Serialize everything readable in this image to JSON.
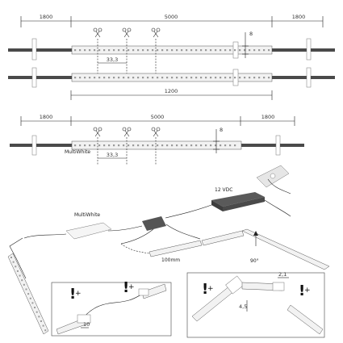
{
  "dimensions": {
    "row1_left": "1800",
    "row1_mid": "5000",
    "row1_right": "1800",
    "row1_height": "8",
    "row1_pitch": "33,3",
    "row2_length": "1200",
    "row3_left": "1800",
    "row3_mid": "5000",
    "row3_right": "1800",
    "row3_height": "8",
    "row3_pitch": "33,3"
  },
  "labels": {
    "multiwhite_strip": "MultiWhite",
    "multiwhite_controller": "MultiWhite",
    "psu_voltage": "12 VDC",
    "cable_length": "100mm",
    "angle": "90°",
    "detail_a_dim": "10",
    "detail_b_dim_a": "4,5",
    "detail_b_dim_b": "2,1"
  },
  "icons": {
    "cut": "scissors-icon",
    "attention": "exclamation-plus-icon"
  },
  "colors": {
    "strip": "#f2f2f2",
    "cable": "#4a4a4a",
    "line": "#222222"
  }
}
